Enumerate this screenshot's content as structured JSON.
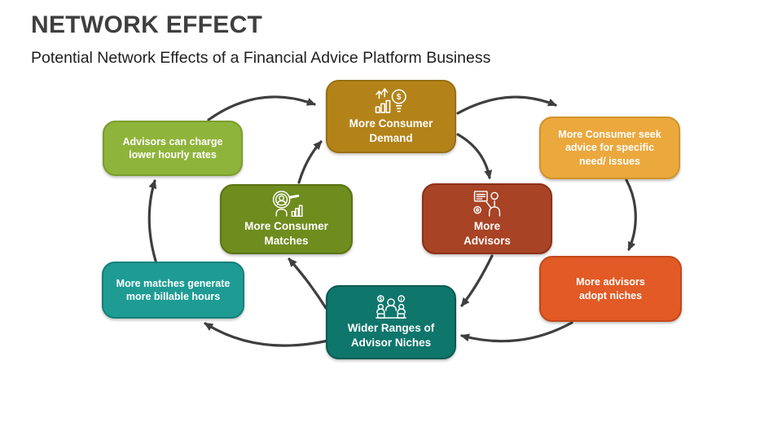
{
  "slide": {
    "title": "NETWORK EFFECT",
    "subtitle": "Potential Network Effects of a Financial Advice Platform Business"
  },
  "diagram": {
    "arrow_color": "#3f3f3f",
    "nodes": [
      {
        "id": "more-consumer-demand",
        "label": "More Consumer Demand",
        "icon": "growth-bulb-icon",
        "fill": "#B3831A",
        "border": "#9A6F12"
      },
      {
        "id": "consumer-seek-advice",
        "label": "More Consumer seek advice for specific need/ issues",
        "icon": null,
        "fill": "#EBA83D",
        "border": "#D2932B"
      },
      {
        "id": "more-advisors",
        "label": "More Advisors",
        "icon": "advisor-presenter-icon",
        "fill": "#A84325",
        "border": "#8D3016"
      },
      {
        "id": "advisors-adopt-niches",
        "label": "More advisors adopt niches",
        "icon": null,
        "fill": "#E25A26",
        "border": "#C2491B"
      },
      {
        "id": "wider-advisor-niches",
        "label": "Wider Ranges of Advisor Niches",
        "icon": "advisor-team-icon",
        "fill": "#0F766C",
        "border": "#0A5B51"
      },
      {
        "id": "more-billable-hours",
        "label": "More matches generate more billable hours",
        "icon": null,
        "fill": "#1E9C94",
        "border": "#12807A"
      },
      {
        "id": "more-consumer-matches",
        "label": "More Consumer Matches",
        "icon": "consumer-search-icon",
        "fill": "#6F8C1E",
        "border": "#5A7313"
      },
      {
        "id": "lower-hourly-rates",
        "label": "Advisors can charge lower hourly rates",
        "icon": null,
        "fill": "#8FB43B",
        "border": "#799D2C"
      }
    ],
    "flows": {
      "outer_loop": [
        {
          "from": "lower-hourly-rates",
          "to": "more-consumer-demand"
        },
        {
          "from": "more-consumer-demand",
          "to": "consumer-seek-advice"
        },
        {
          "from": "consumer-seek-advice",
          "to": "advisors-adopt-niches"
        },
        {
          "from": "advisors-adopt-niches",
          "to": "wider-advisor-niches"
        },
        {
          "from": "wider-advisor-niches",
          "to": "more-billable-hours"
        },
        {
          "from": "more-billable-hours",
          "to": "lower-hourly-rates"
        }
      ],
      "inner_loop": [
        {
          "from": "more-consumer-matches",
          "to": "more-consumer-demand"
        },
        {
          "from": "more-consumer-demand",
          "to": "more-advisors"
        },
        {
          "from": "more-advisors",
          "to": "wider-advisor-niches"
        },
        {
          "from": "wider-advisor-niches",
          "to": "more-consumer-matches"
        }
      ]
    }
  }
}
